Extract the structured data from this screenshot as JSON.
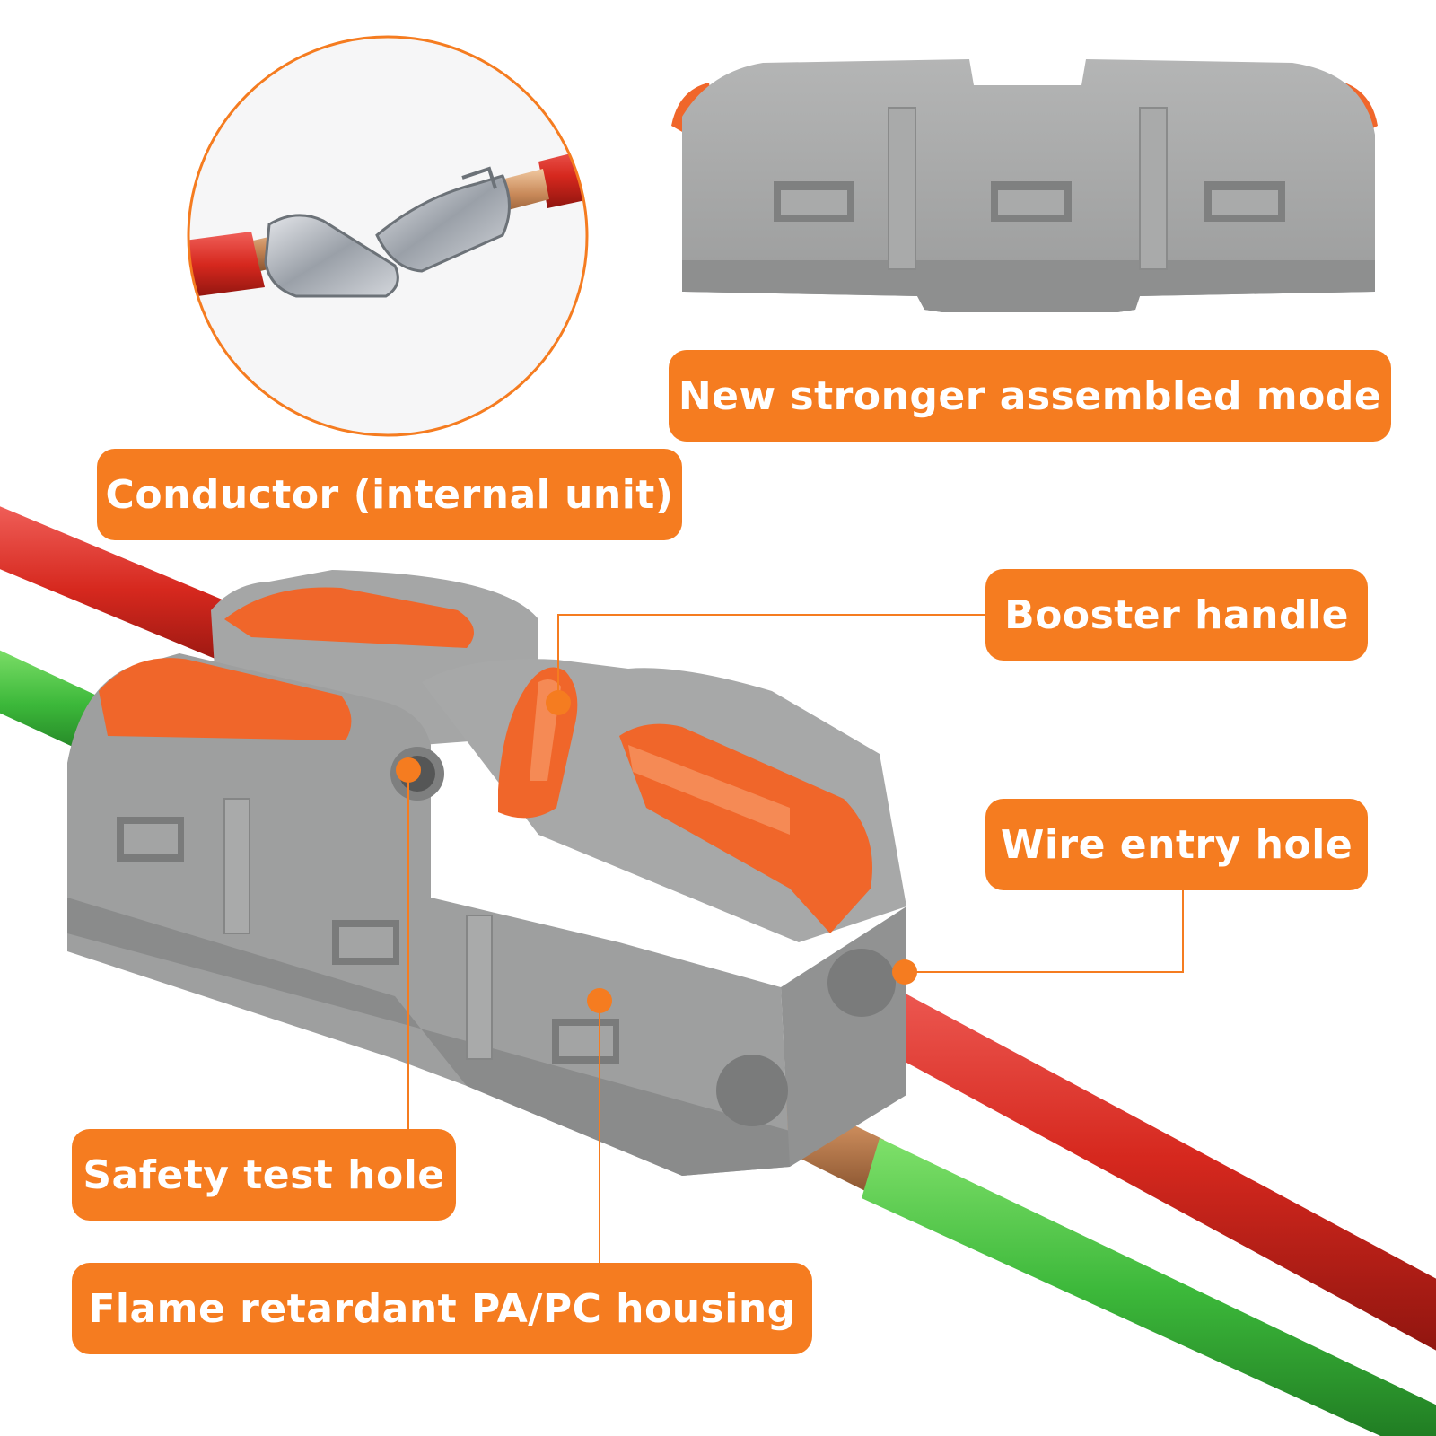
{
  "labels": {
    "assembled_mode": "New stronger assembled mode",
    "conductor": "Conductor (internal unit)",
    "booster_handle": "Booster handle",
    "wire_entry_hole": "Wire entry hole",
    "safety_test_hole": "Safety test hole",
    "housing": "Flame retardant PA/PC housing"
  },
  "colors": {
    "accent": "#F57C20",
    "housing_gray": "#9A9B9B",
    "lever_orange": "#F06A2A",
    "wire_red": "#D6281E",
    "wire_green": "#3CB83A",
    "copper": "#C98A5A"
  }
}
